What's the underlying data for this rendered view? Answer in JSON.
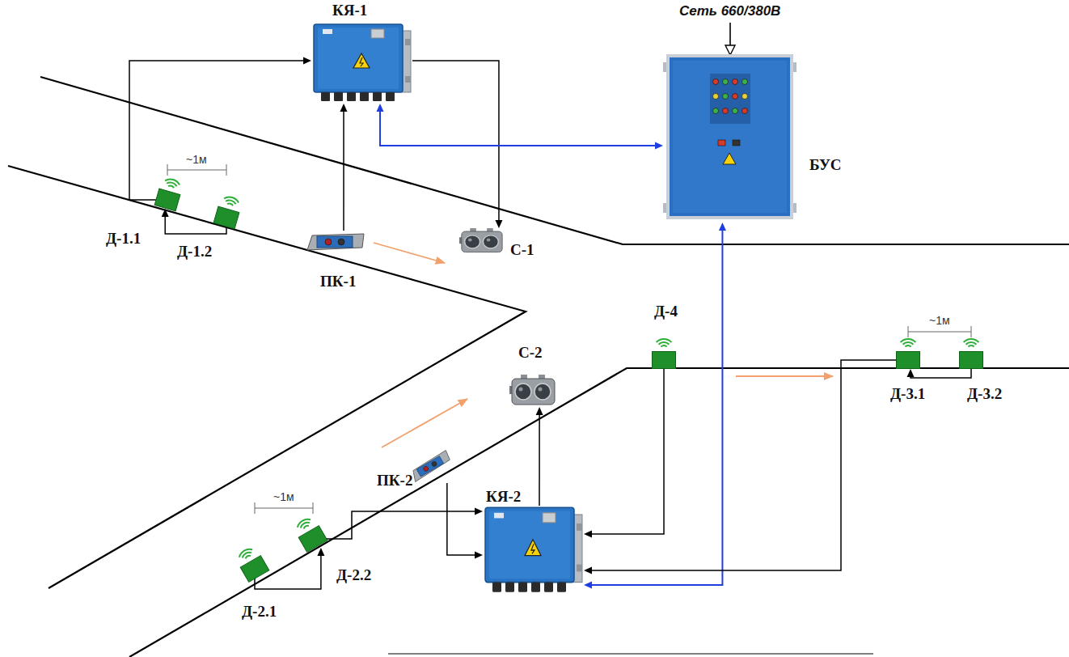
{
  "diagram": {
    "nodes": [
      {
        "text": [
          "КЯ-1"
        ]
      },
      {
        "text": [
          "БУС"
        ]
      },
      {
        "text": [
          "Д-1.1"
        ]
      },
      {
        "text": [
          "Д-1.2"
        ]
      },
      {
        "text": [
          "ПК-1"
        ]
      },
      {
        "text": [
          "С-1"
        ]
      },
      {
        "text": [
          "Д-4"
        ]
      },
      {
        "text": [
          "С-2"
        ]
      },
      {
        "text": [
          "Д-3.1"
        ]
      },
      {
        "text": [
          "Д-3.2"
        ]
      },
      {
        "text": [
          "ПК-2"
        ]
      },
      {
        "text": [
          "КЯ-2"
        ]
      },
      {
        "text": [
          "Д-2.2"
        ]
      },
      {
        "text": [
          "Д-2.1"
        ]
      }
    ],
    "edges": [
      {
        "from": 2,
        "to": 0,
        "arrow": "to"
      },
      {
        "from": 3,
        "to": 2,
        "arrow": "to"
      },
      {
        "from": 4,
        "to": 0,
        "arrow": "to"
      },
      {
        "from": 0,
        "to": 5,
        "arrow": "to"
      },
      {
        "from": 0,
        "to": 1,
        "arrow": "both"
      },
      {
        "from": 1,
        "to": 11,
        "arrow": "both"
      },
      {
        "from": 12,
        "to": 11,
        "arrow": "to"
      },
      {
        "from": 13,
        "to": 12,
        "arrow": "to"
      },
      {
        "from": 10,
        "to": 11,
        "arrow": "to"
      },
      {
        "from": 11,
        "to": 7,
        "arrow": "to"
      },
      {
        "from": 6,
        "to": 11,
        "arrow": "to"
      },
      {
        "from": 8,
        "to": 11,
        "arrow": "to"
      },
      {
        "from": 9,
        "to": 8,
        "arrow": "to"
      }
    ],
    "labels": [
      "Сеть 660/380В",
      "~1м",
      "~1м",
      "~1м"
    ]
  }
}
